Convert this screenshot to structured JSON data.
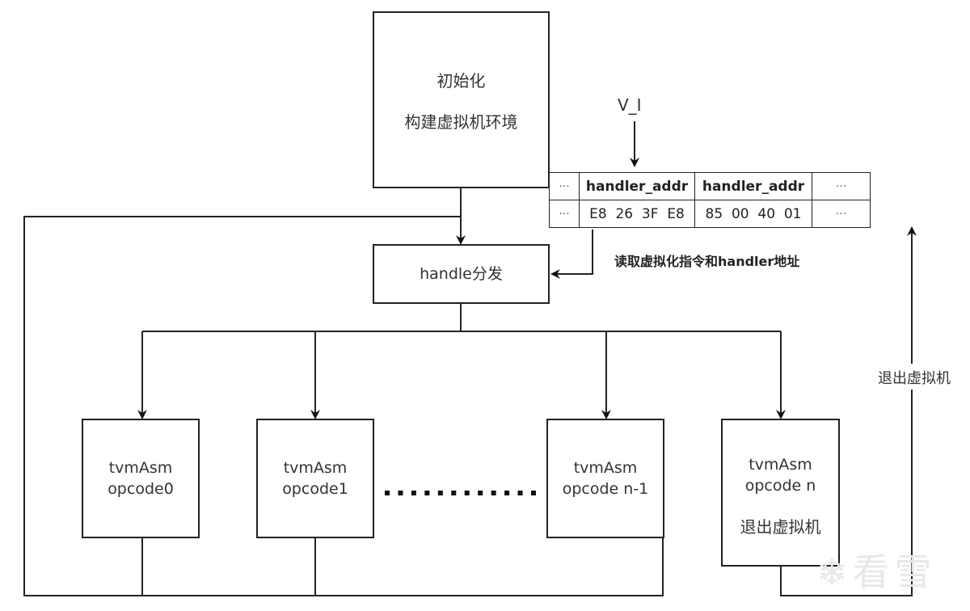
{
  "diagram": {
    "init_box": {
      "line1": "初始化",
      "line2": "构建虚拟机环境"
    },
    "vi_label": "V_I",
    "memory_table": {
      "header_row": [
        "···",
        "handler_addr",
        "handler_addr",
        "···"
      ],
      "byte_row": [
        "···",
        "E8  26  3F  E8",
        "85  00  40  01",
        "···"
      ]
    },
    "read_label": "读取虚拟化指令和handler地址",
    "dispatch_box": {
      "label": "handle分发"
    },
    "opcode_boxes": [
      {
        "line1": "tvmAsm",
        "line2": "opcode0"
      },
      {
        "line1": "tvmAsm",
        "line2": "opcode1"
      },
      {
        "line1": "tvmAsm",
        "line2": "opcode n-1"
      },
      {
        "line1": "tvmAsm",
        "line2": "opcode n",
        "line3": "退出虚拟机"
      }
    ],
    "ellipsis_dots": 12,
    "exit_label": "退出虚拟机",
    "watermark": "看雪"
  }
}
